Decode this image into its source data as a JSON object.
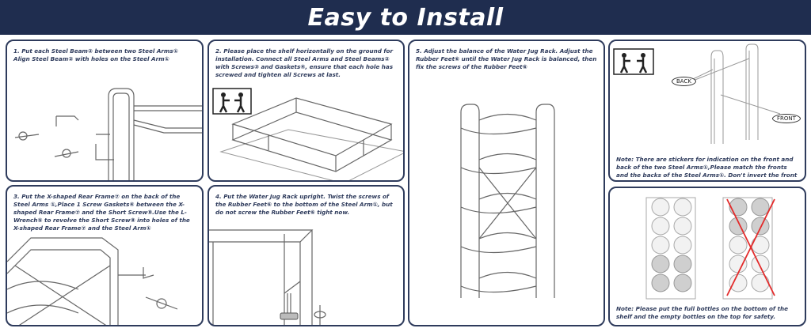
{
  "header": {
    "title": "Easy to Install"
  },
  "steps": [
    {
      "text": "1. Put each Steel Beam② between two Steel Arms① Align Steel Beam② with holes on the Steel Arm①"
    },
    {
      "text": "2. Please place the shelf horizontally on the ground for installation. Connect all Steel Arms and Steel Beams② with Screws③ and Gaskets④, ensure that each hole has screwed and tighten all Screws at last."
    },
    {
      "text": "3. Put the X-shaped Rear Frame⑦ on the back of the Steel Arms ①,Place 1 Screw Gaskets④ between the X-shaped Rear Frame⑦ and the Short Screw⑧.Use the L-Wrench⑤ to revolve the Short Screw⑧ into holes of the X-shaped Rear Frame⑦ and the Steel Arm①"
    },
    {
      "text": "4. Put the Water Jug Rack upright. Twist the screws of the Rubber Feet⑥ to the bottom of the Steel Arm①, but do not screw the Rubber Feet⑥ tight now."
    },
    {
      "text": "5. Adjust the balance of the Water Jug Rack. Adjust the Rubber Feet⑥ until the Water Jug Rack is balanced, then fix the screws of the Rubber Feet⑥"
    }
  ],
  "notes": {
    "stickers": {
      "back_label": "BACK",
      "front_label": "FRONT",
      "text": "Note: There are stickers for indication on the front and back of the two Steel Arms①,Please match the fronts and the backs of the Steel Arms①. Don't invert the front and back"
    },
    "bottles": {
      "text": "Note: Please put the full bottles on the bottom of the shelf and the empty bottles on the top for safety."
    }
  },
  "colors": {
    "header_bg": "#1f2d4f",
    "border": "#2e3b5c",
    "cross": "#e32b2b"
  }
}
